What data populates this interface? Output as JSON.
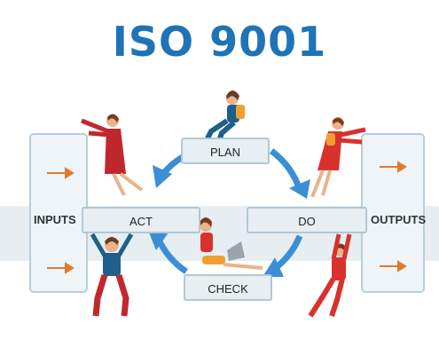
{
  "title": "ISO 9001",
  "stages": {
    "plan": "PLAN",
    "do": "DO",
    "check": "CHECK",
    "act": "ACT"
  },
  "inputs_label": "INPUTS",
  "outputs_label": "OUTPUTS",
  "colors": {
    "title": "#1f73b7",
    "cycle_arrow": "#3a8fd6",
    "io_arrow": "#e07b2e",
    "panel_fill": "#eef4f7",
    "panel_border": "#b9ced9"
  }
}
